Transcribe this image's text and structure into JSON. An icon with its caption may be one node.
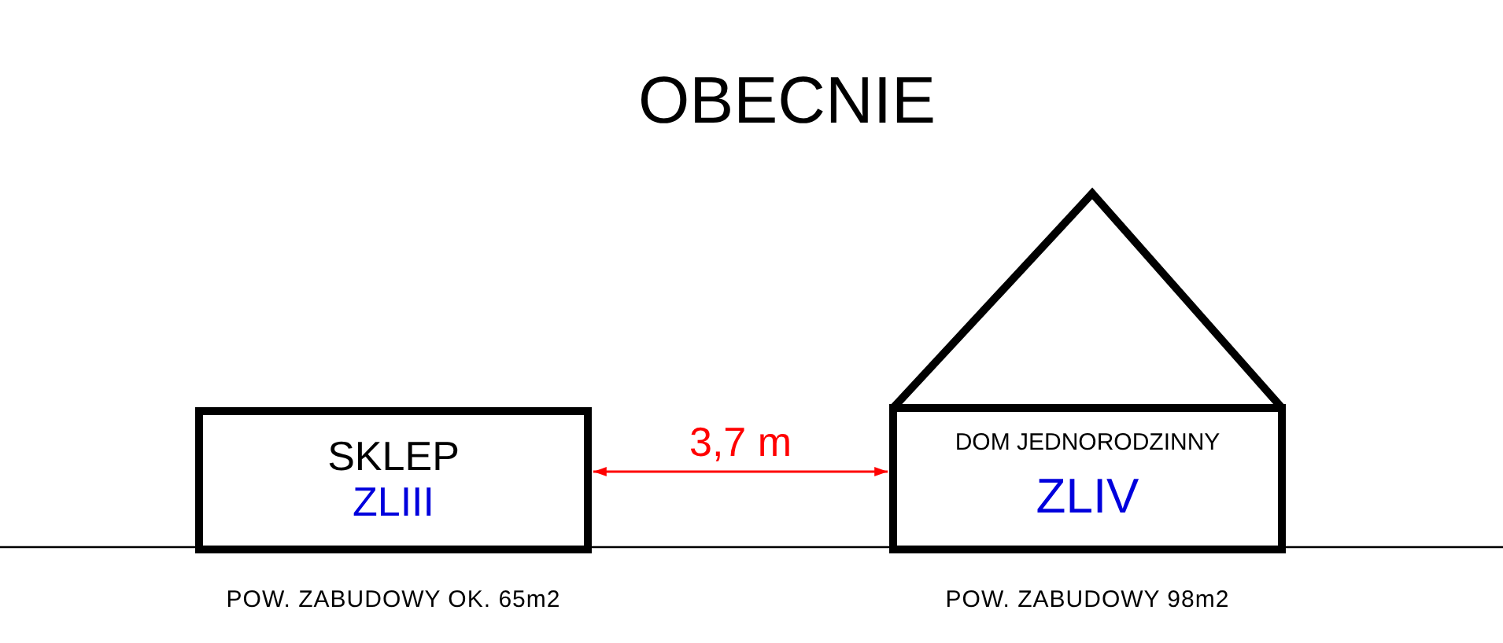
{
  "diagram": {
    "title": "OBECNIE",
    "nodes": [
      {
        "text": [
          "SKLEP",
          "ZLIII"
        ],
        "beside": [
          "POW. ZABUDOWY OK. 65m2"
        ]
      },
      {
        "text": [
          "DOM JEDNORODZINNY",
          "ZLIV"
        ],
        "beside": [
          "POW. ZABUDOWY 98m2"
        ]
      }
    ],
    "edges": [
      {
        "from": 0,
        "to": 1,
        "arrow": "both",
        "label": "3,7 m",
        "color": "#ff0000"
      }
    ]
  }
}
